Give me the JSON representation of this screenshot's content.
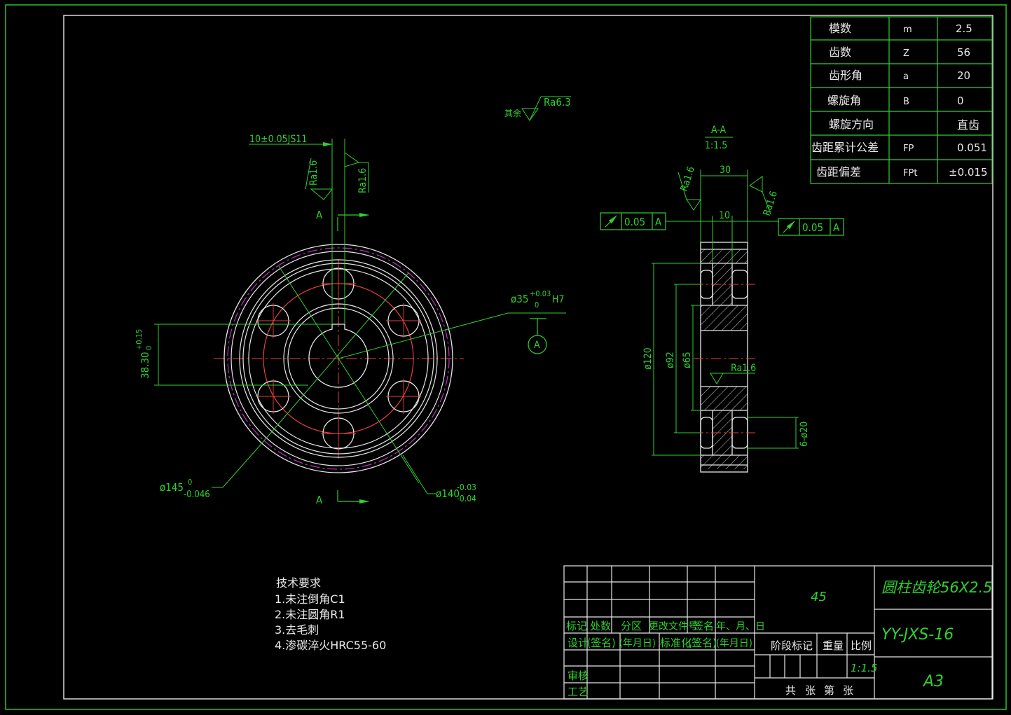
{
  "params_table": [
    {
      "name": "模数",
      "symbol": "m",
      "value": "2.5"
    },
    {
      "name": "齿数",
      "symbol": "Z",
      "value": "56"
    },
    {
      "name": "齿形角",
      "symbol": "a",
      "value": "20"
    },
    {
      "name": "螺旋角",
      "symbol": "B",
      "value": "0"
    },
    {
      "name": "螺旋方向",
      "symbol": "",
      "value": "直齿"
    },
    {
      "name": "齿距累计公差",
      "symbol": "FP",
      "value": "0.051"
    },
    {
      "name": "齿距偏差",
      "symbol": "FPt",
      "value": "±0.015"
    }
  ],
  "front_view": {
    "roughness_general_prefix": "其余",
    "roughness_general": "Ra6.3",
    "keyway_dim": "10±0.05JS11",
    "ra_left": "Ra1.6",
    "ra_right": "Ra1.6",
    "section_label_top": "A",
    "section_label_bottom": "A",
    "keyway_depth": "38.30",
    "keyway_depth_tol_upper": "+0.15",
    "keyway_depth_tol_lower": "0",
    "bore_dim": "ø35",
    "bore_tol_upper": "+0.03",
    "bore_tol_lower": "0",
    "bore_fit": "H7",
    "datum": "A",
    "outer_dim": "ø145",
    "outer_tol_upper": "0",
    "outer_tol_lower": "-0.046",
    "pitch_dim": "ø140",
    "pitch_tol_upper": "-0.03",
    "pitch_tol_lower": "-0.04"
  },
  "section_view": {
    "title": "A-A",
    "scale": "1:1.5",
    "width_dim": "30",
    "web_dim": "10",
    "ra_left": "Ra1.6",
    "ra_right": "Ra1.6",
    "ra_inner": "Ra1.6",
    "runout_left_tol": "0.05",
    "runout_left_datum": "A",
    "runout_right_tol": "0.05",
    "runout_right_datum": "A",
    "dia_120": "ø120",
    "dia_92": "ø92",
    "dia_65": "ø65",
    "holes_dim": "6-ø20"
  },
  "tech_requirements": {
    "title": "技术要求",
    "items": [
      "1.未注倒角C1",
      "2.未注圆角R1",
      "3.去毛刺",
      "4.渗碳淬火HRC55-60"
    ]
  },
  "title_block": {
    "material": "45",
    "part_name": "圆柱齿轮56X2.5",
    "drawing_no": "YY-JXS-16",
    "sheet_size": "A3",
    "scale": "1:1.5",
    "h_mark": "标记",
    "h_count": "处数",
    "h_zone": "分区",
    "h_change": "更改文件号",
    "h_sign": "签名",
    "h_date": "年、月、日",
    "design": "设计",
    "design_sign": "(签名)",
    "design_date": "(年月日)",
    "standard": "标准化",
    "standard_sign": "(签名)",
    "standard_date": "(年月日)",
    "stage": "阶段标记",
    "weight": "重量",
    "ratio": "比例",
    "review": "审核",
    "process": "工艺",
    "total": "共",
    "sheets": "张",
    "nth": "第",
    "sheets2": "张"
  }
}
